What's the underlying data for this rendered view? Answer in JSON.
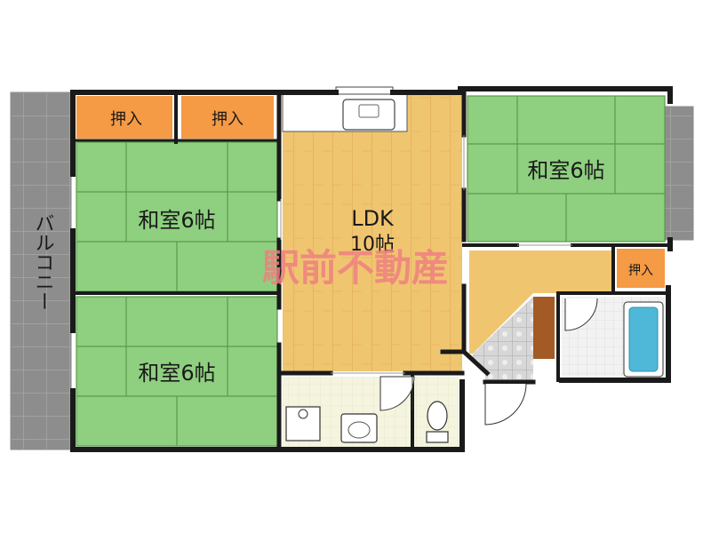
{
  "floorplan": {
    "balcony_label": "バルコニー",
    "rooms": {
      "tatami_top": "和室6帖",
      "tatami_bottom": "和室6帖",
      "tatami_right": "和室6帖",
      "ldk_name": "LDK",
      "ldk_size": "10帖"
    },
    "closets": {
      "top_left": "押入",
      "top_middle": "押入",
      "right": "押入"
    },
    "watermark": "駅前不動産",
    "colors": {
      "tatami": "#8fcf80",
      "closet": "#f59a45",
      "wood": "#f0c570",
      "wall": "#1a1a1a",
      "balcony": "#8d8d8d",
      "bath": "#4fb8d8",
      "watermark": "#ee7f80"
    }
  }
}
